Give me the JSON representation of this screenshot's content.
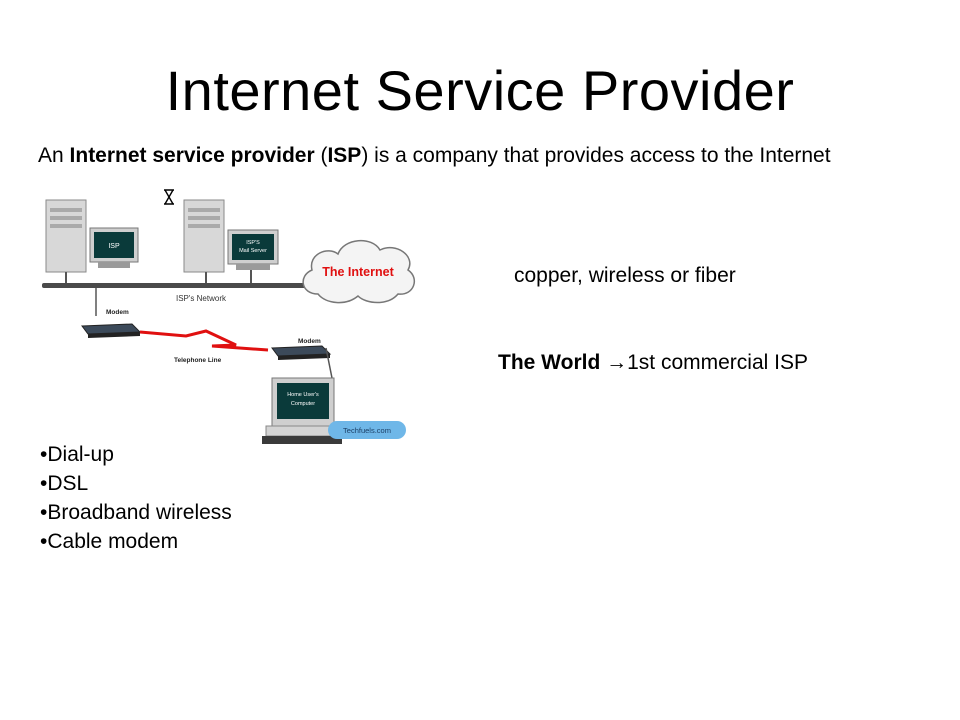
{
  "slide": {
    "title": "Internet Service Provider",
    "definition": {
      "prefix": "An ",
      "term": "Internet service provider",
      "open_paren": " (",
      "abbr": "ISP",
      "rest": ") is a company that provides access to the Internet"
    },
    "media_note": "copper, wireless or fiber",
    "world_note": {
      "name": "The World ",
      "arrow": "→",
      "rest": "1st commercial ISP"
    },
    "connection_types": [
      "Dial-up",
      "DSL",
      "Broadband wireless",
      "Cable modem"
    ]
  },
  "diagram": {
    "isp_screen": "ISP",
    "mail_screen_line1": "ISP'S",
    "mail_screen_line2": "Mail Server",
    "cloud_label": "The Internet",
    "network_label": "ISP's Network",
    "modem_left": "Modem",
    "modem_right": "Modem",
    "phone_line": "Telephone Line",
    "home_screen_line1": "Home User's",
    "home_screen_line2": "Computer",
    "watermark": "Techfuels.com"
  },
  "colors": {
    "cloud_text": "#e01010",
    "lightning": "#e01010",
    "screen": "#0a3a3a",
    "watermark_bg": "#6fb7e8"
  }
}
